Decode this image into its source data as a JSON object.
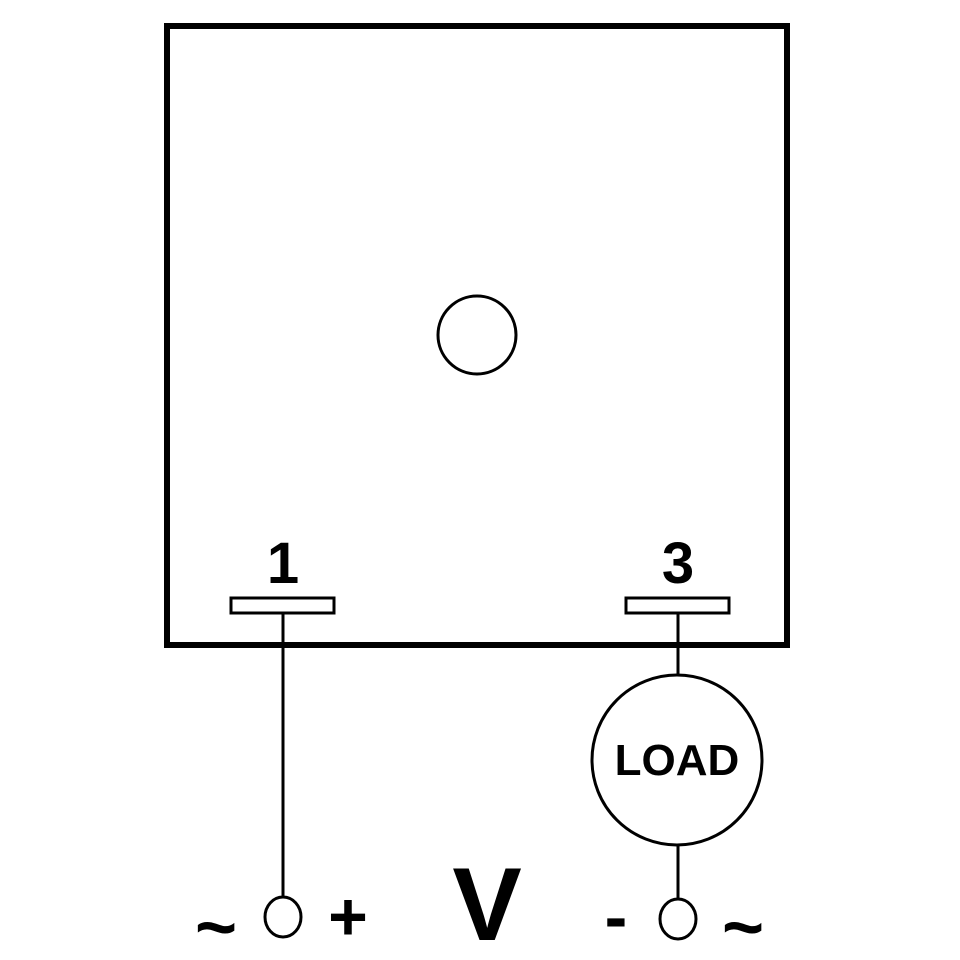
{
  "diagram": {
    "pins": [
      {
        "label": "1"
      },
      {
        "label": "3"
      }
    ],
    "load_label": "LOAD",
    "supply": {
      "left_ac_symbol": "~",
      "plus_symbol": "+",
      "voltage_symbol": "V",
      "minus_symbol": "-",
      "right_ac_symbol": "~"
    },
    "colors": {
      "stroke": "#000000",
      "background": "#ffffff"
    }
  }
}
